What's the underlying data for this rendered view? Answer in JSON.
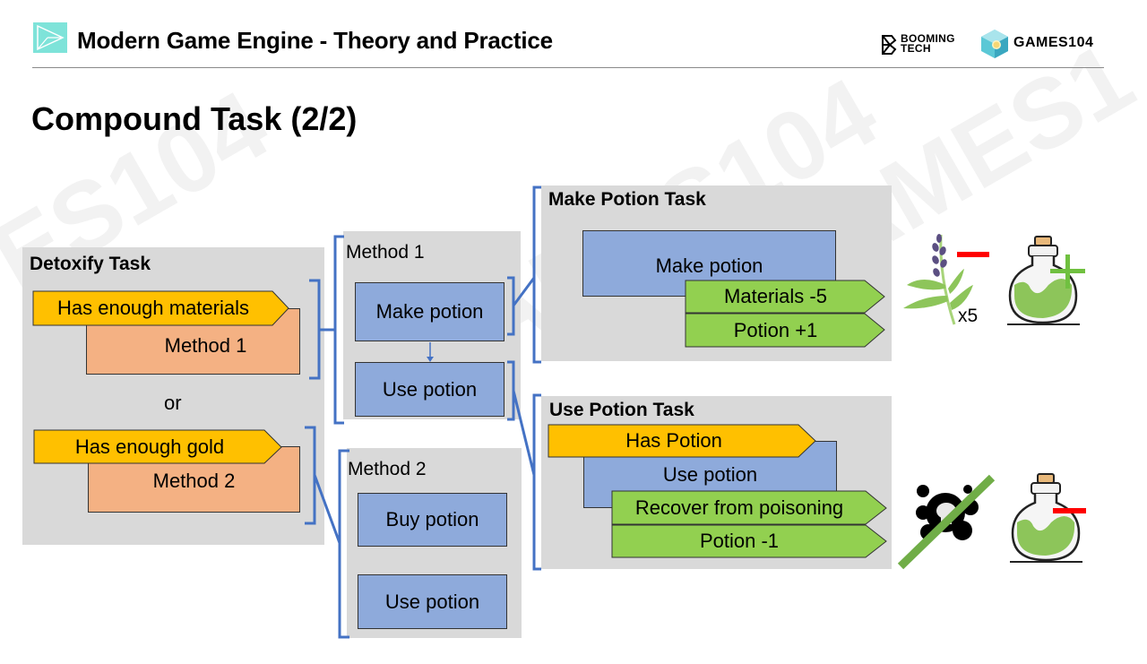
{
  "header": {
    "title": "Modern Game Engine - Theory and Practice",
    "brand_booming_line1": "BOOMING",
    "brand_booming_line2": "TECH",
    "brand_games": "GAMES104",
    "logo_icon": "play-triangle-icon"
  },
  "slide": {
    "title": "Compound Task (2/2)"
  },
  "detoxify": {
    "title": "Detoxify Task",
    "option1": {
      "precondition": "Has enough materials",
      "method": "Method 1"
    },
    "separator": "or",
    "option2": {
      "precondition": "Has enough gold",
      "method": "Method 2"
    }
  },
  "method1": {
    "title": "Method 1",
    "steps": [
      "Make potion",
      "Use potion"
    ]
  },
  "method2": {
    "title": "Method 2",
    "steps": [
      "Buy potion",
      "Use potion"
    ]
  },
  "make_potion_task": {
    "title": "Make Potion Task",
    "action": "Make potion",
    "effects": [
      "Materials -5",
      "Potion +1"
    ],
    "illustration": {
      "material_icon": "lavender-icon",
      "material_change": "minus",
      "material_count": "x5",
      "potion_icon": "potion-bottle-icon",
      "potion_change": "plus"
    }
  },
  "use_potion_task": {
    "title": "Use Potion Task",
    "precondition": "Has Potion",
    "action": "Use potion",
    "effects": [
      "Recover from poisoning",
      "Potion -1"
    ],
    "illustration": {
      "poison_icon": "poison-skull-icon",
      "poison_state": "crossed-out",
      "potion_icon": "potion-bottle-icon",
      "potion_change": "minus"
    }
  },
  "colors": {
    "panel": "#d9d9d9",
    "task_blue": "#8eaadb",
    "method_orange": "#f4b183",
    "condition_yellow": "#ffc000",
    "effect_green": "#92d050",
    "bracket_blue": "#4472c4",
    "minus_red": "#ff0000",
    "plus_green": "#70c040"
  }
}
